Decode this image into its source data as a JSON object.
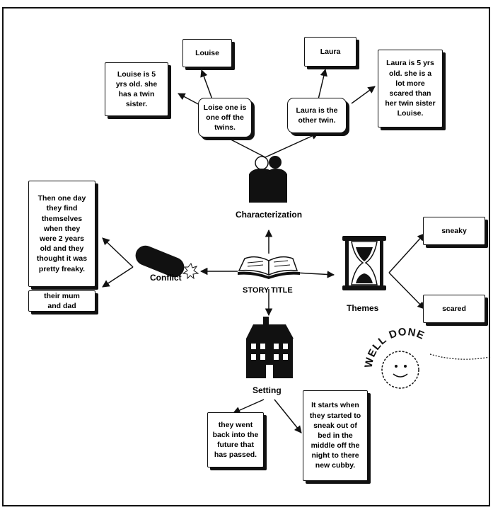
{
  "diagram": {
    "center": {
      "title": "STORY TITLE"
    },
    "categories": {
      "characterization": "Characterization",
      "conflict": "Conflict",
      "themes": "Themes",
      "setting": "Setting"
    },
    "characters": {
      "louise_name": "Louise",
      "laura_name": "Laura",
      "louise_role": "Loise one is\none off the\ntwins.",
      "laura_role": "Laura is the\nother twin.",
      "louise_detail": "Louise is 5\nyrs old.  she\nhas a twin\nsister.",
      "laura_detail": "Laura is 5 yrs\nold.  she is a\nlot more\nscared than\nher twin sister\nLouise."
    },
    "conflict": {
      "main": "Then one day\nthey find\nthemselves\nwhen they\nwere 2 years\nold and they\nthought it was\npretty freaky.",
      "secondary": "their mum\nand dad"
    },
    "themes": [
      "sneaky",
      "scared"
    ],
    "setting": {
      "left": "they went\nback into the\nfuture that\nhas passed.",
      "right": "It starts when\nthey started to\nsneak out of\nbed in the\nmiddle off the\nnight to there\nnew cubby."
    },
    "stamp": {
      "text": "WELL DONE"
    },
    "colors": {
      "ink": "#111111",
      "paper": "#ffffff"
    }
  }
}
